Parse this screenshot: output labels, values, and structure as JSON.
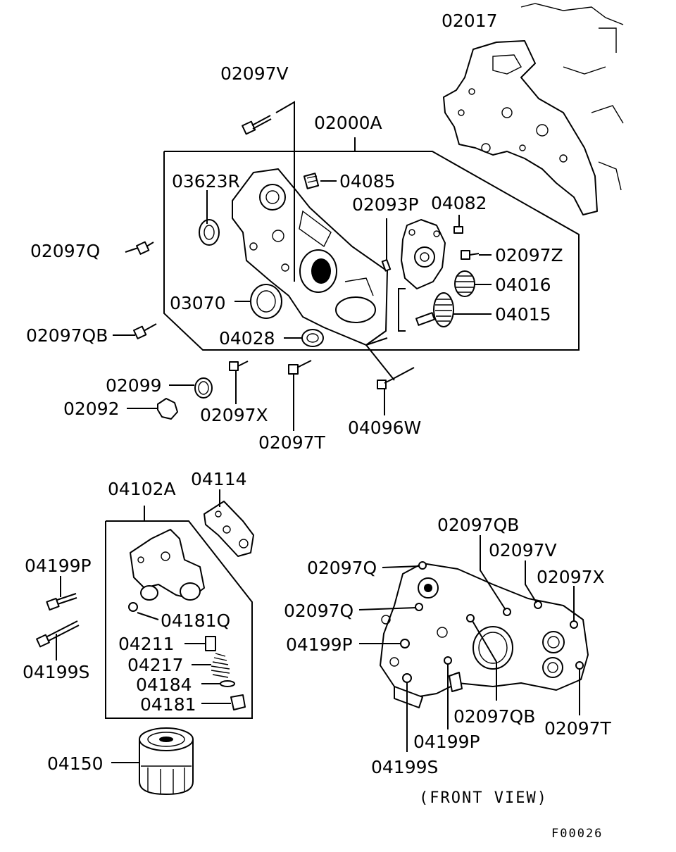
{
  "labels": {
    "p02017": "02017",
    "p02097V_top": "02097V",
    "p02000A": "02000A",
    "p03623R": "03623R",
    "p04085": "04085",
    "p02093P": "02093P",
    "p04082": "04082",
    "p02097Q_left": "02097Q",
    "p02097Z": "02097Z",
    "p04016": "04016",
    "p03070": "03070",
    "p04015": "04015",
    "p02097QB_left": "02097QB",
    "p04028": "04028",
    "p02099": "02099",
    "p02092": "02092",
    "p02097X_top": "02097X",
    "p02097T_top": "02097T",
    "p04096W": "04096W",
    "p04114": "04114",
    "p04102A": "04102A",
    "p04199P_left": "04199P",
    "p04181Q": "04181Q",
    "p04211": "04211",
    "p04217": "04217",
    "p04184": "04184",
    "p04181": "04181",
    "p04199S_left": "04199S",
    "p04150": "04150",
    "fv_02097QB_top": "02097QB",
    "fv_02097V": "02097V",
    "fv_02097Q_a": "02097Q",
    "fv_02097X": "02097X",
    "fv_02097Q_b": "02097Q",
    "fv_04199P_left": "04199P",
    "fv_02097QB_bottom": "02097QB",
    "fv_02097T": "02097T",
    "fv_04199P_bottom": "04199P",
    "fv_04199S": "04199S"
  },
  "caption": "(FRONT  VIEW)",
  "drawing_code": "F00026"
}
